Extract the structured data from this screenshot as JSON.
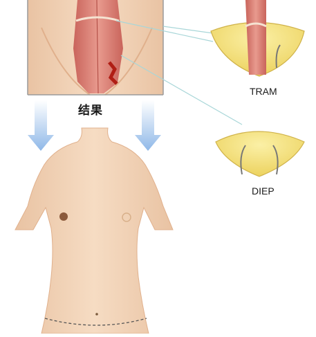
{
  "labels": {
    "result": "结果",
    "tram": "TRAM",
    "diep": "DIEP"
  },
  "colors": {
    "skin": "#f2d3b6",
    "skin_shadow": "#e3b997",
    "muscle": "#d9776c",
    "fat": "#f3e07a",
    "arrow": "#a9c9ee",
    "connector": "#a8d6d8"
  }
}
